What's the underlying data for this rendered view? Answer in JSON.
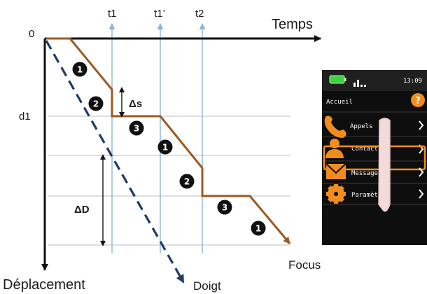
{
  "diagram": {
    "origin_label": "0",
    "time_axis_label": "Temps",
    "displacement_axis_label": "Déplacement",
    "time_markers": [
      "t1",
      "t1’",
      "t2"
    ],
    "d1_label": "d1",
    "delta_s_label": "Δs",
    "delta_d_label": "ΔD",
    "finger_label": "Doigt",
    "focus_label": "Focus",
    "phase_badges": [
      "1",
      "2",
      "3",
      "1",
      "2",
      "3",
      "1"
    ],
    "colors": {
      "focus_curve": "#9c5a22",
      "finger_line": "#1f3a68",
      "marker_line": "#8fb3d9",
      "grid_line": "#cccccc",
      "axis": "#111111"
    }
  },
  "phone": {
    "time": "13:09",
    "title": "Accueil",
    "help_symbol": "?",
    "menu_items": [
      {
        "label": "Appels",
        "icon": "phone-icon"
      },
      {
        "label": "Contacts",
        "icon": "contact-icon"
      },
      {
        "label": "Messages",
        "icon": "message-icon"
      },
      {
        "label": "Paramètres",
        "icon": "gear-icon"
      }
    ],
    "colors": {
      "accent": "#f28c1e",
      "battery": "#3fd13f",
      "background": "#0e0e0e"
    }
  }
}
